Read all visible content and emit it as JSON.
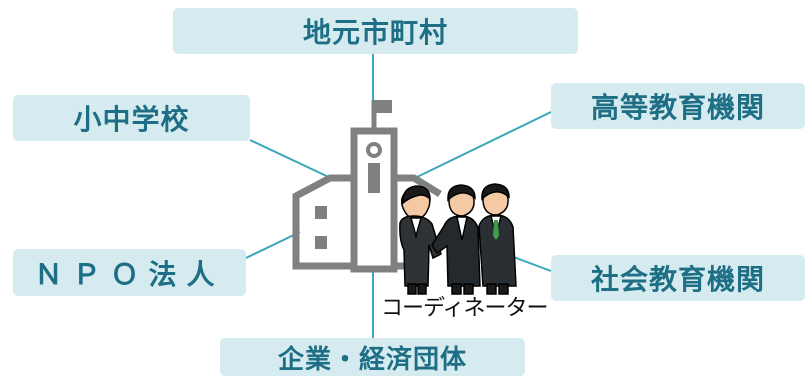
{
  "diagram": {
    "nodes": {
      "top": "地元市町村",
      "left_upper": "小中学校",
      "right_upper": "高等教育機関",
      "left_lower": "ＮＰＯ法人",
      "right_lower": "社会教育機関",
      "bottom": "企業・経済団体"
    },
    "center_caption": "コーディネーター"
  },
  "colors": {
    "box_fill": "#d6ebef",
    "box_text": "#1e6f86",
    "connector": "#3aa7bd",
    "building": "#7f8082"
  },
  "icons": [
    "school-building-icon",
    "people-handshake-icon"
  ]
}
